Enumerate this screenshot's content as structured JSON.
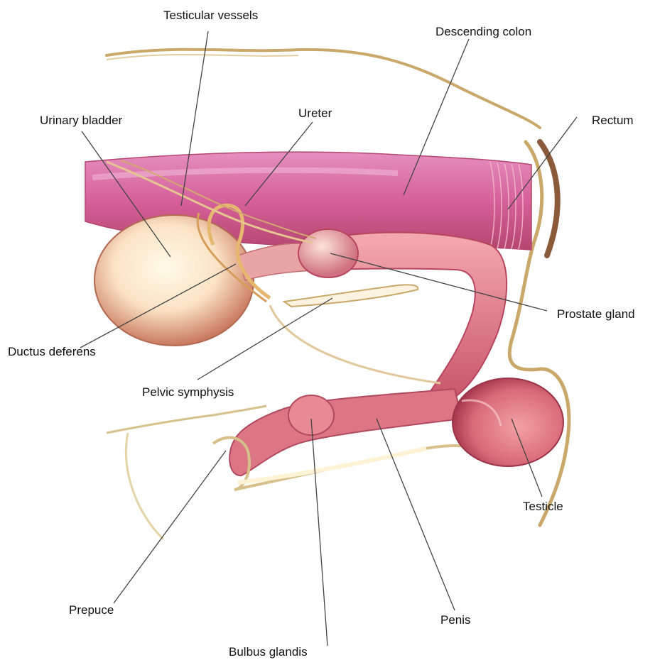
{
  "labels": {
    "testicular_vessels": "Testicular vessels",
    "descending_colon": "Descending colon",
    "urinary_bladder": "Urinary bladder",
    "ureter": "Ureter",
    "rectum": "Rectum",
    "prostate_gland": "Prostate gland",
    "ductus_deferens": "Ductus deferens",
    "pelvic_symphysis": "Pelvic symphysis",
    "testicle": "Testicle",
    "prepuce": "Prepuce",
    "penis": "Penis",
    "bulbus_glandis": "Bulbus glandis"
  },
  "colors": {
    "tissue_light": "#f7d6d6",
    "tissue_mid": "#e07a8e",
    "tissue_dark": "#b8455e",
    "colon": "#d6609a",
    "bladder_core": "#fff6e0",
    "bladder_edge": "#c9795e",
    "outline_tan": "#c9a86a",
    "leader": "#444444"
  }
}
